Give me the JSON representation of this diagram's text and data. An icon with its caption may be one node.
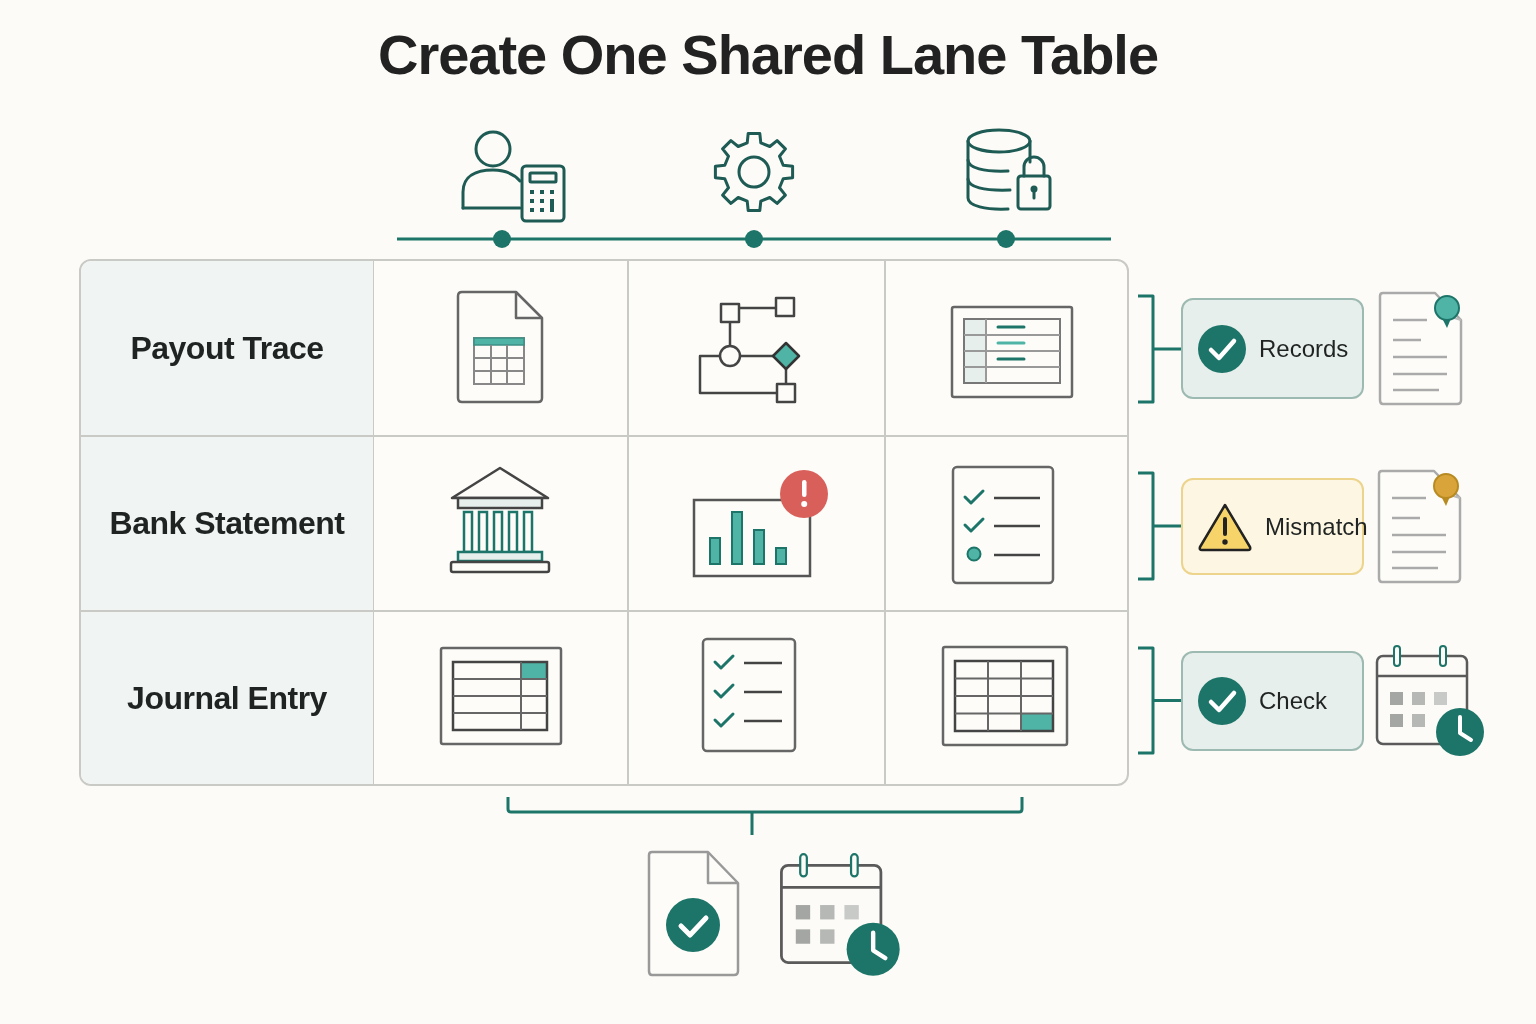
{
  "diagram": {
    "title": "Create One Shared Lane Table",
    "nodes": [
      {
        "text": [
          "Payout Trace"
        ]
      },
      {
        "text": [
          "Bank Statement"
        ]
      },
      {
        "text": [
          "Journal Entry"
        ]
      },
      {
        "text": [
          "Records"
        ]
      },
      {
        "text": [
          "Mismatch"
        ]
      },
      {
        "text": [
          "Check"
        ]
      }
    ]
  }
}
